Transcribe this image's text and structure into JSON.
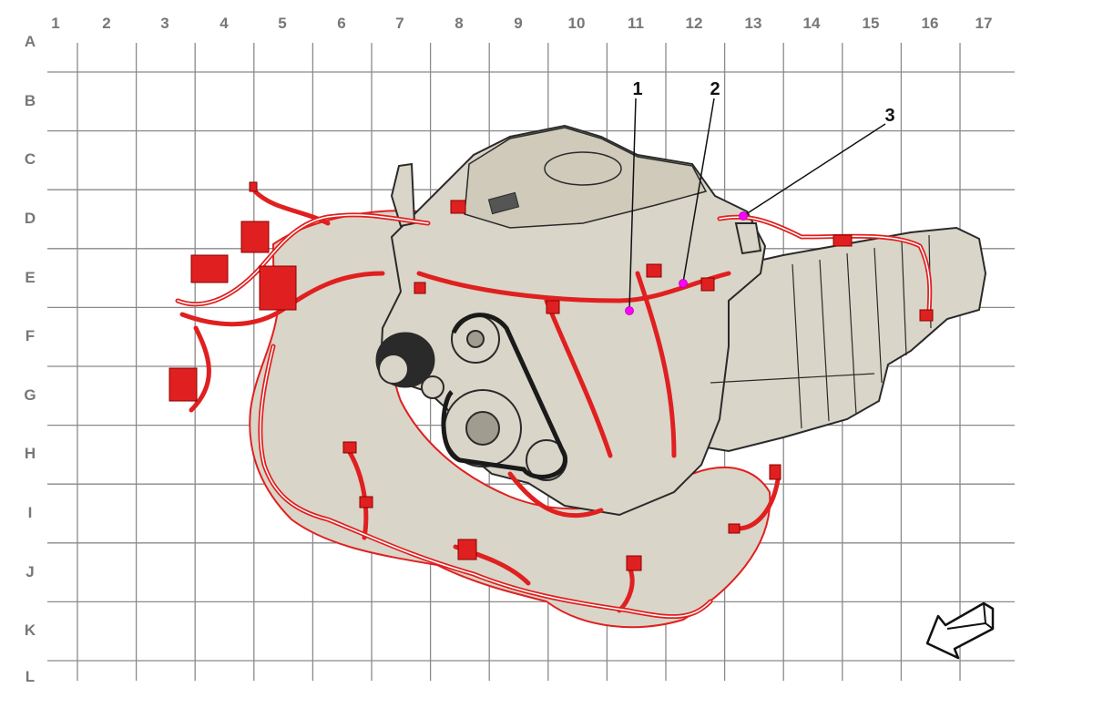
{
  "grid": {
    "columns": [
      "1",
      "2",
      "3",
      "4",
      "5",
      "6",
      "7",
      "8",
      "9",
      "10",
      "11",
      "12",
      "13",
      "14",
      "15",
      "16",
      "17"
    ],
    "rows": [
      "A",
      "B",
      "C",
      "D",
      "E",
      "F",
      "G",
      "H",
      "I",
      "J",
      "K",
      "L"
    ]
  },
  "callouts": [
    {
      "number": "1"
    },
    {
      "number": "2"
    },
    {
      "number": "3"
    }
  ],
  "icons": {
    "direction": "front-direction-arrow-icon"
  },
  "colors": {
    "grid": "#8a8a8a",
    "label": "#777777",
    "engine_fill": "#d9d5c8",
    "engine_line": "#2a2a2a",
    "harness": "#e02020",
    "connector_point": "#ff00ff"
  }
}
